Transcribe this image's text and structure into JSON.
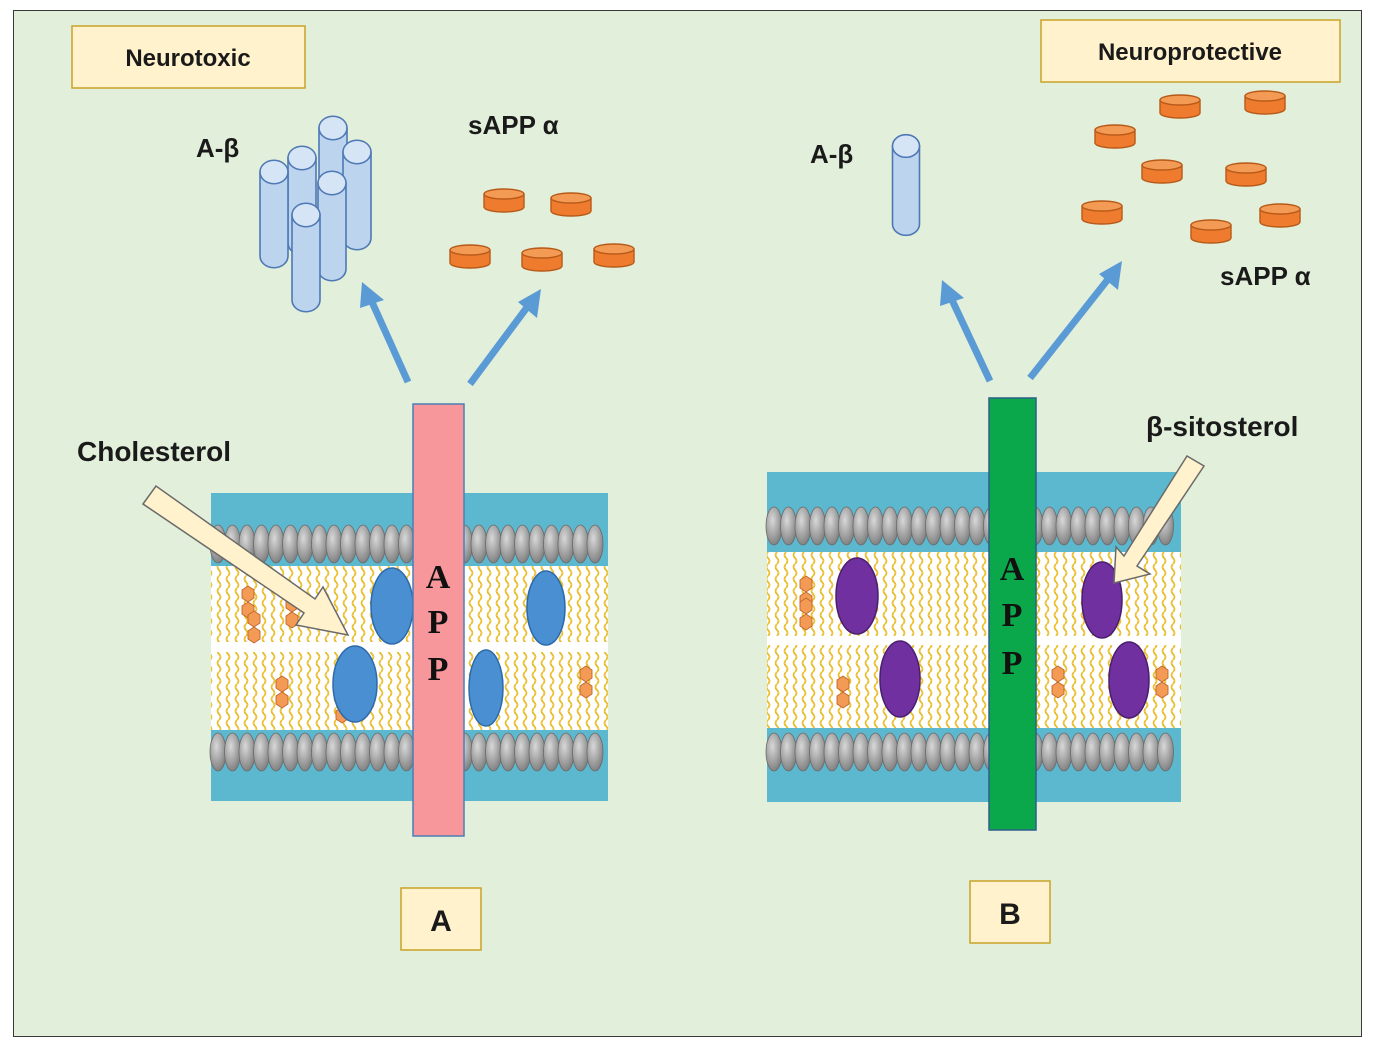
{
  "panel_a": {
    "effect_label": "Neurotoxic",
    "abeta_label": "A-β",
    "sapp_label": "sAPP α",
    "sterol_label": "Cholesterol",
    "protein_letters": [
      "A",
      "P",
      "P"
    ],
    "panel_letter": "A"
  },
  "panel_b": {
    "effect_label": "Neuroprotective",
    "abeta_label": "A-β",
    "sapp_label": "sAPP α",
    "sterol_label": "β-sitosterol",
    "protein_letters": [
      "A",
      "P",
      "P"
    ],
    "panel_letter": "B"
  },
  "colors": {
    "background": "#e2efda",
    "membrane_water": "#5bb8cf",
    "lipid_tail": "#f2c12e",
    "lipid_head": "#9a9a9a",
    "abeta_fill": "#bcd4ee",
    "sapp_fill": "#ee7b2e",
    "arrow": "#5b9bd5",
    "app_a": "#f7979b",
    "app_b": "#0aa84a",
    "cholesterol_blob": "#4a8fd2",
    "sitosterol_blob": "#7030a0",
    "label_box": "#fff2cc",
    "label_box_border": "#c9a227"
  }
}
